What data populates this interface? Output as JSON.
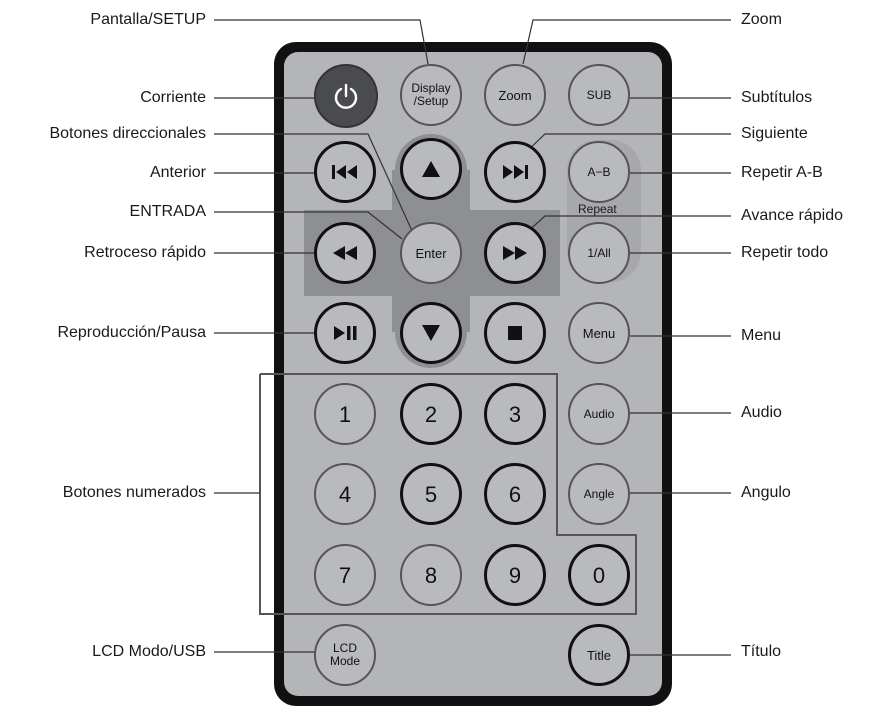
{
  "labels_left": [
    {
      "key": "pantalla",
      "text": "Pantalla/SETUP"
    },
    {
      "key": "corriente",
      "text": "Corriente"
    },
    {
      "key": "direccionales",
      "text": "Botones direccionales"
    },
    {
      "key": "anterior",
      "text": "Anterior"
    },
    {
      "key": "entrada",
      "text": "ENTRADA"
    },
    {
      "key": "retroceso",
      "text": "Retroceso rápido"
    },
    {
      "key": "reproduccion",
      "text": "Reproducción/Pausa"
    },
    {
      "key": "numerados",
      "text": "Botones numerados"
    },
    {
      "key": "lcd",
      "text": "LCD Modo/USB"
    }
  ],
  "labels_right": [
    {
      "key": "zoom",
      "text": "Zoom"
    },
    {
      "key": "subtitulos",
      "text": "Subtítulos"
    },
    {
      "key": "siguiente",
      "text": "Siguiente"
    },
    {
      "key": "repetir_ab",
      "text": "Repetir A-B"
    },
    {
      "key": "avance",
      "text": "Avance rápido"
    },
    {
      "key": "repetir_todo",
      "text": "Repetir todo"
    },
    {
      "key": "menu",
      "text": "Menu"
    },
    {
      "key": "audio",
      "text": "Audio"
    },
    {
      "key": "angulo",
      "text": "Angulo"
    },
    {
      "key": "titulo",
      "text": "Título"
    }
  ],
  "buttons": {
    "display_line1": "Display",
    "display_line2": "/Setup",
    "zoom": "Zoom",
    "sub": "SUB",
    "ab": "A−B",
    "repeat": "Repeat",
    "all": "1/All",
    "enter": "Enter",
    "menu": "Menu",
    "audio": "Audio",
    "angle": "Angle",
    "lcd_line1": "LCD",
    "lcd_line2": "Mode",
    "title": "Title",
    "digits": [
      "1",
      "2",
      "3",
      "4",
      "5",
      "6",
      "7",
      "8",
      "9",
      "0"
    ]
  },
  "icons": [
    "power-icon",
    "previous-icon",
    "up-arrow-icon",
    "next-icon",
    "rewind-icon",
    "fast-forward-icon",
    "play-pause-icon",
    "down-arrow-icon",
    "stop-icon"
  ],
  "colors": {
    "body": "#111111",
    "face": "#b4b5b8",
    "button": "#b9babd",
    "dpad": "#8e8f92",
    "power": "#4a4b4e"
  }
}
